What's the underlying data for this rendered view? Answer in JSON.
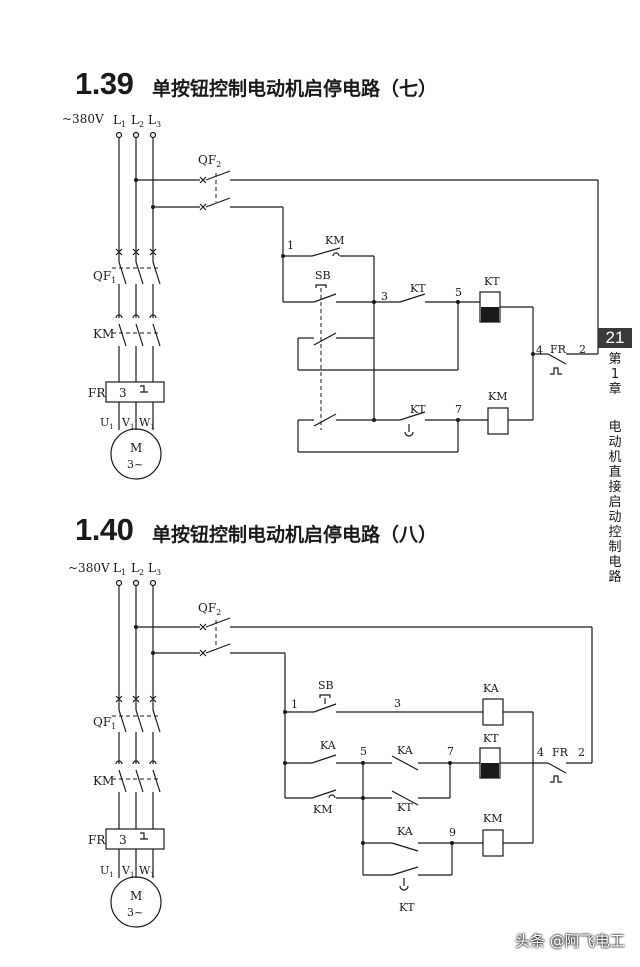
{
  "sections": [
    {
      "number": "1.39",
      "title": "单按钮控制电动机启停电路（七）",
      "labels": {
        "supply": "~380V",
        "L1": "L",
        "L2": "L",
        "L3": "L",
        "s1": "1",
        "s2": "2",
        "s3": "3",
        "qf2": "QF",
        "qf2sub": "2",
        "qf1": "QF",
        "qf1sub": "1",
        "km": "KM",
        "fr": "FR",
        "frbox": "3",
        "U": "U",
        "V": "V",
        "W": "W",
        "motor": "M",
        "motor_phase": "3~",
        "n1": "1",
        "n3": "3",
        "n5": "5",
        "n7": "7",
        "n4": "4",
        "n2": "2",
        "km_contact": "KM",
        "sb": "SB",
        "kt_contact": "KT",
        "kt_coil": "KT",
        "fr_contact": "FR",
        "kt_contact2": "KT",
        "km_coil": "KM"
      }
    },
    {
      "number": "1.40",
      "title": "单按钮控制电动机启停电路（八）",
      "labels": {
        "supply": "~380V",
        "L1": "L",
        "L2": "L",
        "L3": "L",
        "s1": "1",
        "s2": "2",
        "s3": "3",
        "qf2": "QF",
        "qf2sub": "2",
        "qf1": "QF",
        "qf1sub": "1",
        "km": "KM",
        "fr": "FR",
        "frbox": "3",
        "U": "U",
        "V": "V",
        "W": "W",
        "motor": "M",
        "motor_phase": "3~",
        "n1": "1",
        "n3": "3",
        "n5": "5",
        "n7": "7",
        "n9": "9",
        "n4": "4",
        "n2": "2",
        "sb": "SB",
        "ka_coil": "KA",
        "ka1": "KA",
        "ka2": "KA",
        "kt_coil": "KT",
        "fr_contact": "FR",
        "km_nc": "KM",
        "kt_nc": "KT",
        "ka3": "KA",
        "km_coil": "KM",
        "kt_delay": "KT"
      }
    }
  ],
  "side": {
    "page_number": "21",
    "chapter_text": [
      "第",
      "1",
      "章"
    ],
    "chapter_title": [
      "电",
      "动",
      "机",
      "直",
      "接",
      "启",
      "动",
      "控",
      "制",
      "电",
      "路"
    ]
  },
  "watermark": "头条 @阿飞电工"
}
